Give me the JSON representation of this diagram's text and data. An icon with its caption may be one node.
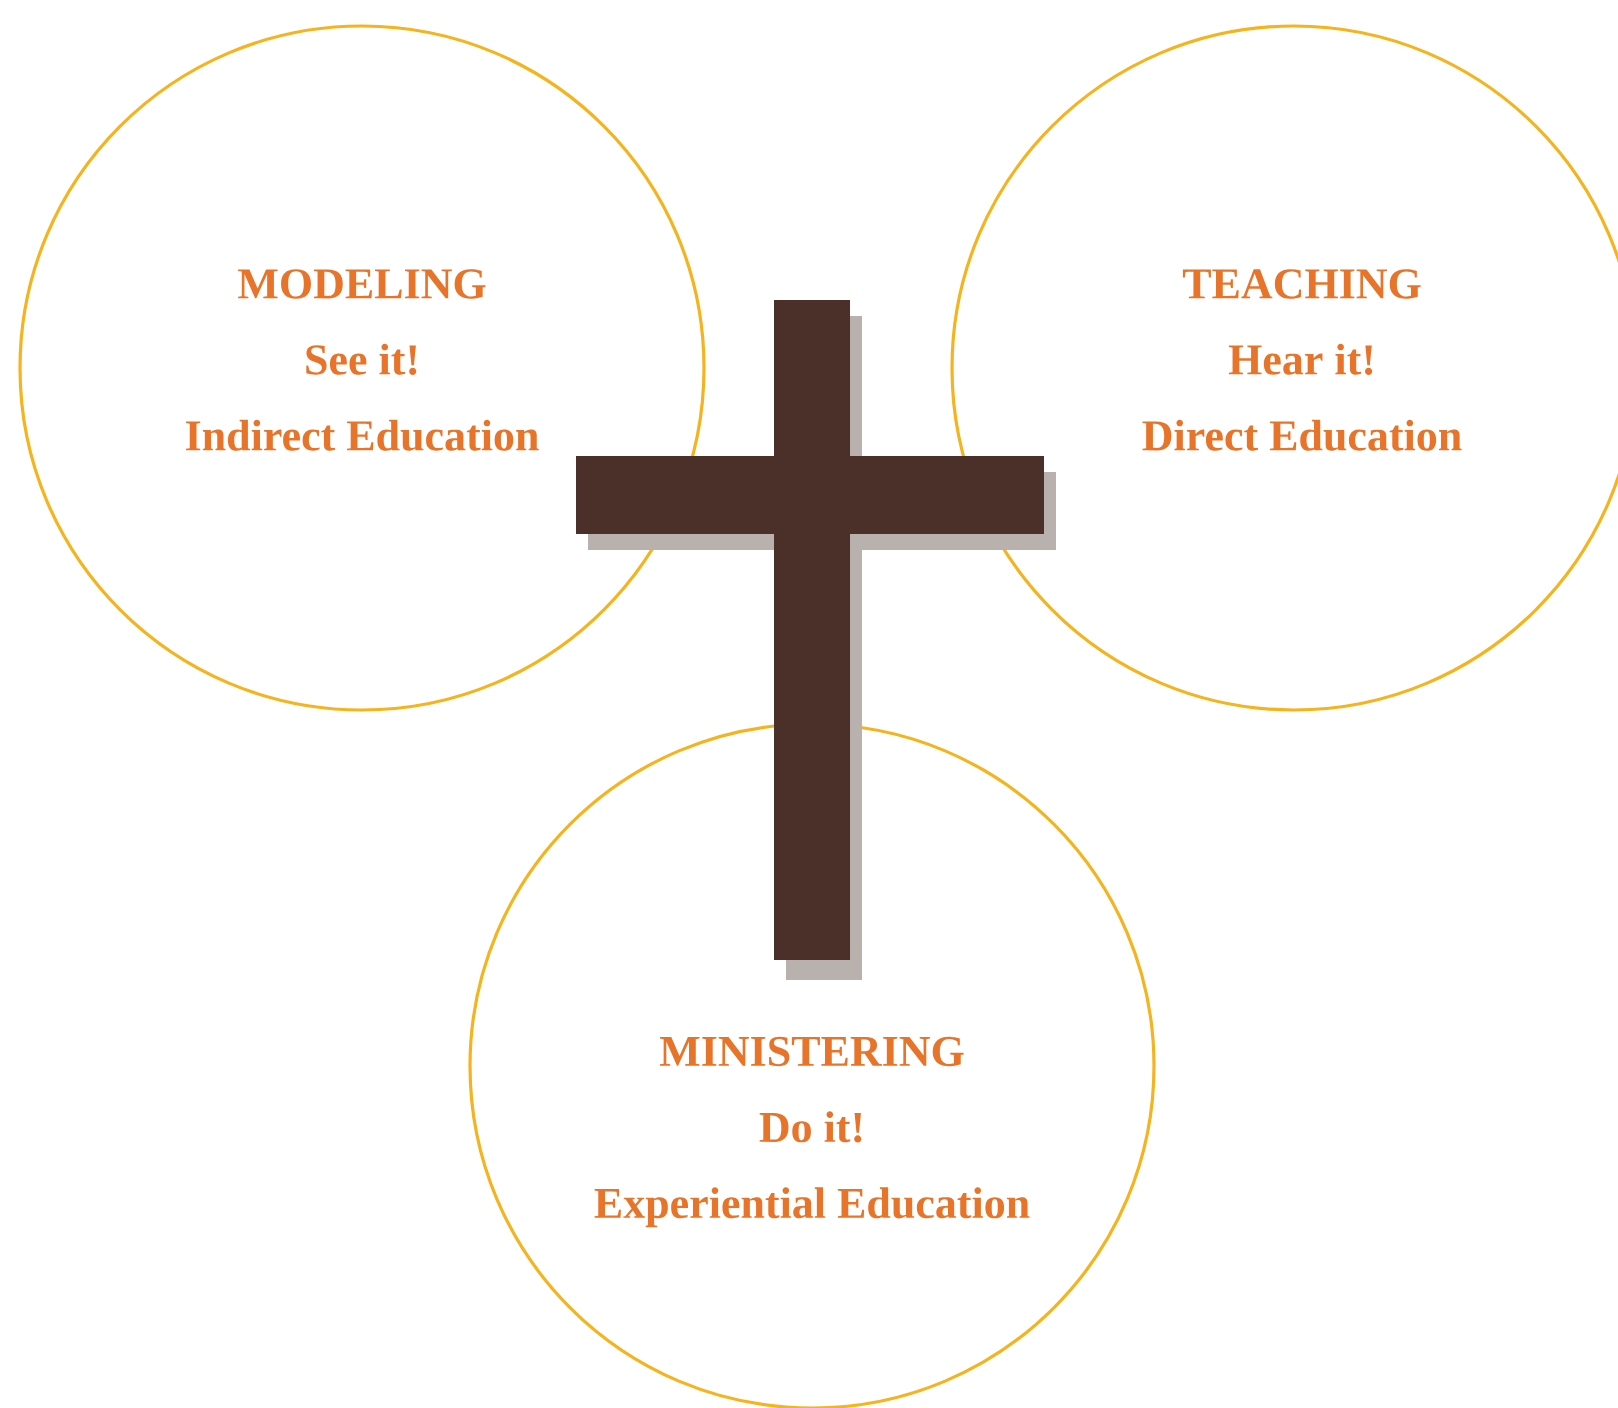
{
  "diagram": {
    "nodes": [
      {
        "text": [
          "MODELING",
          "See it!",
          "Indirect Education"
        ]
      },
      {
        "text": [
          "TEACHING",
          "Hear it!",
          "Direct Education"
        ]
      },
      {
        "text": [
          "MINISTERING",
          "Do it!",
          "Experiential Education"
        ]
      }
    ]
  }
}
